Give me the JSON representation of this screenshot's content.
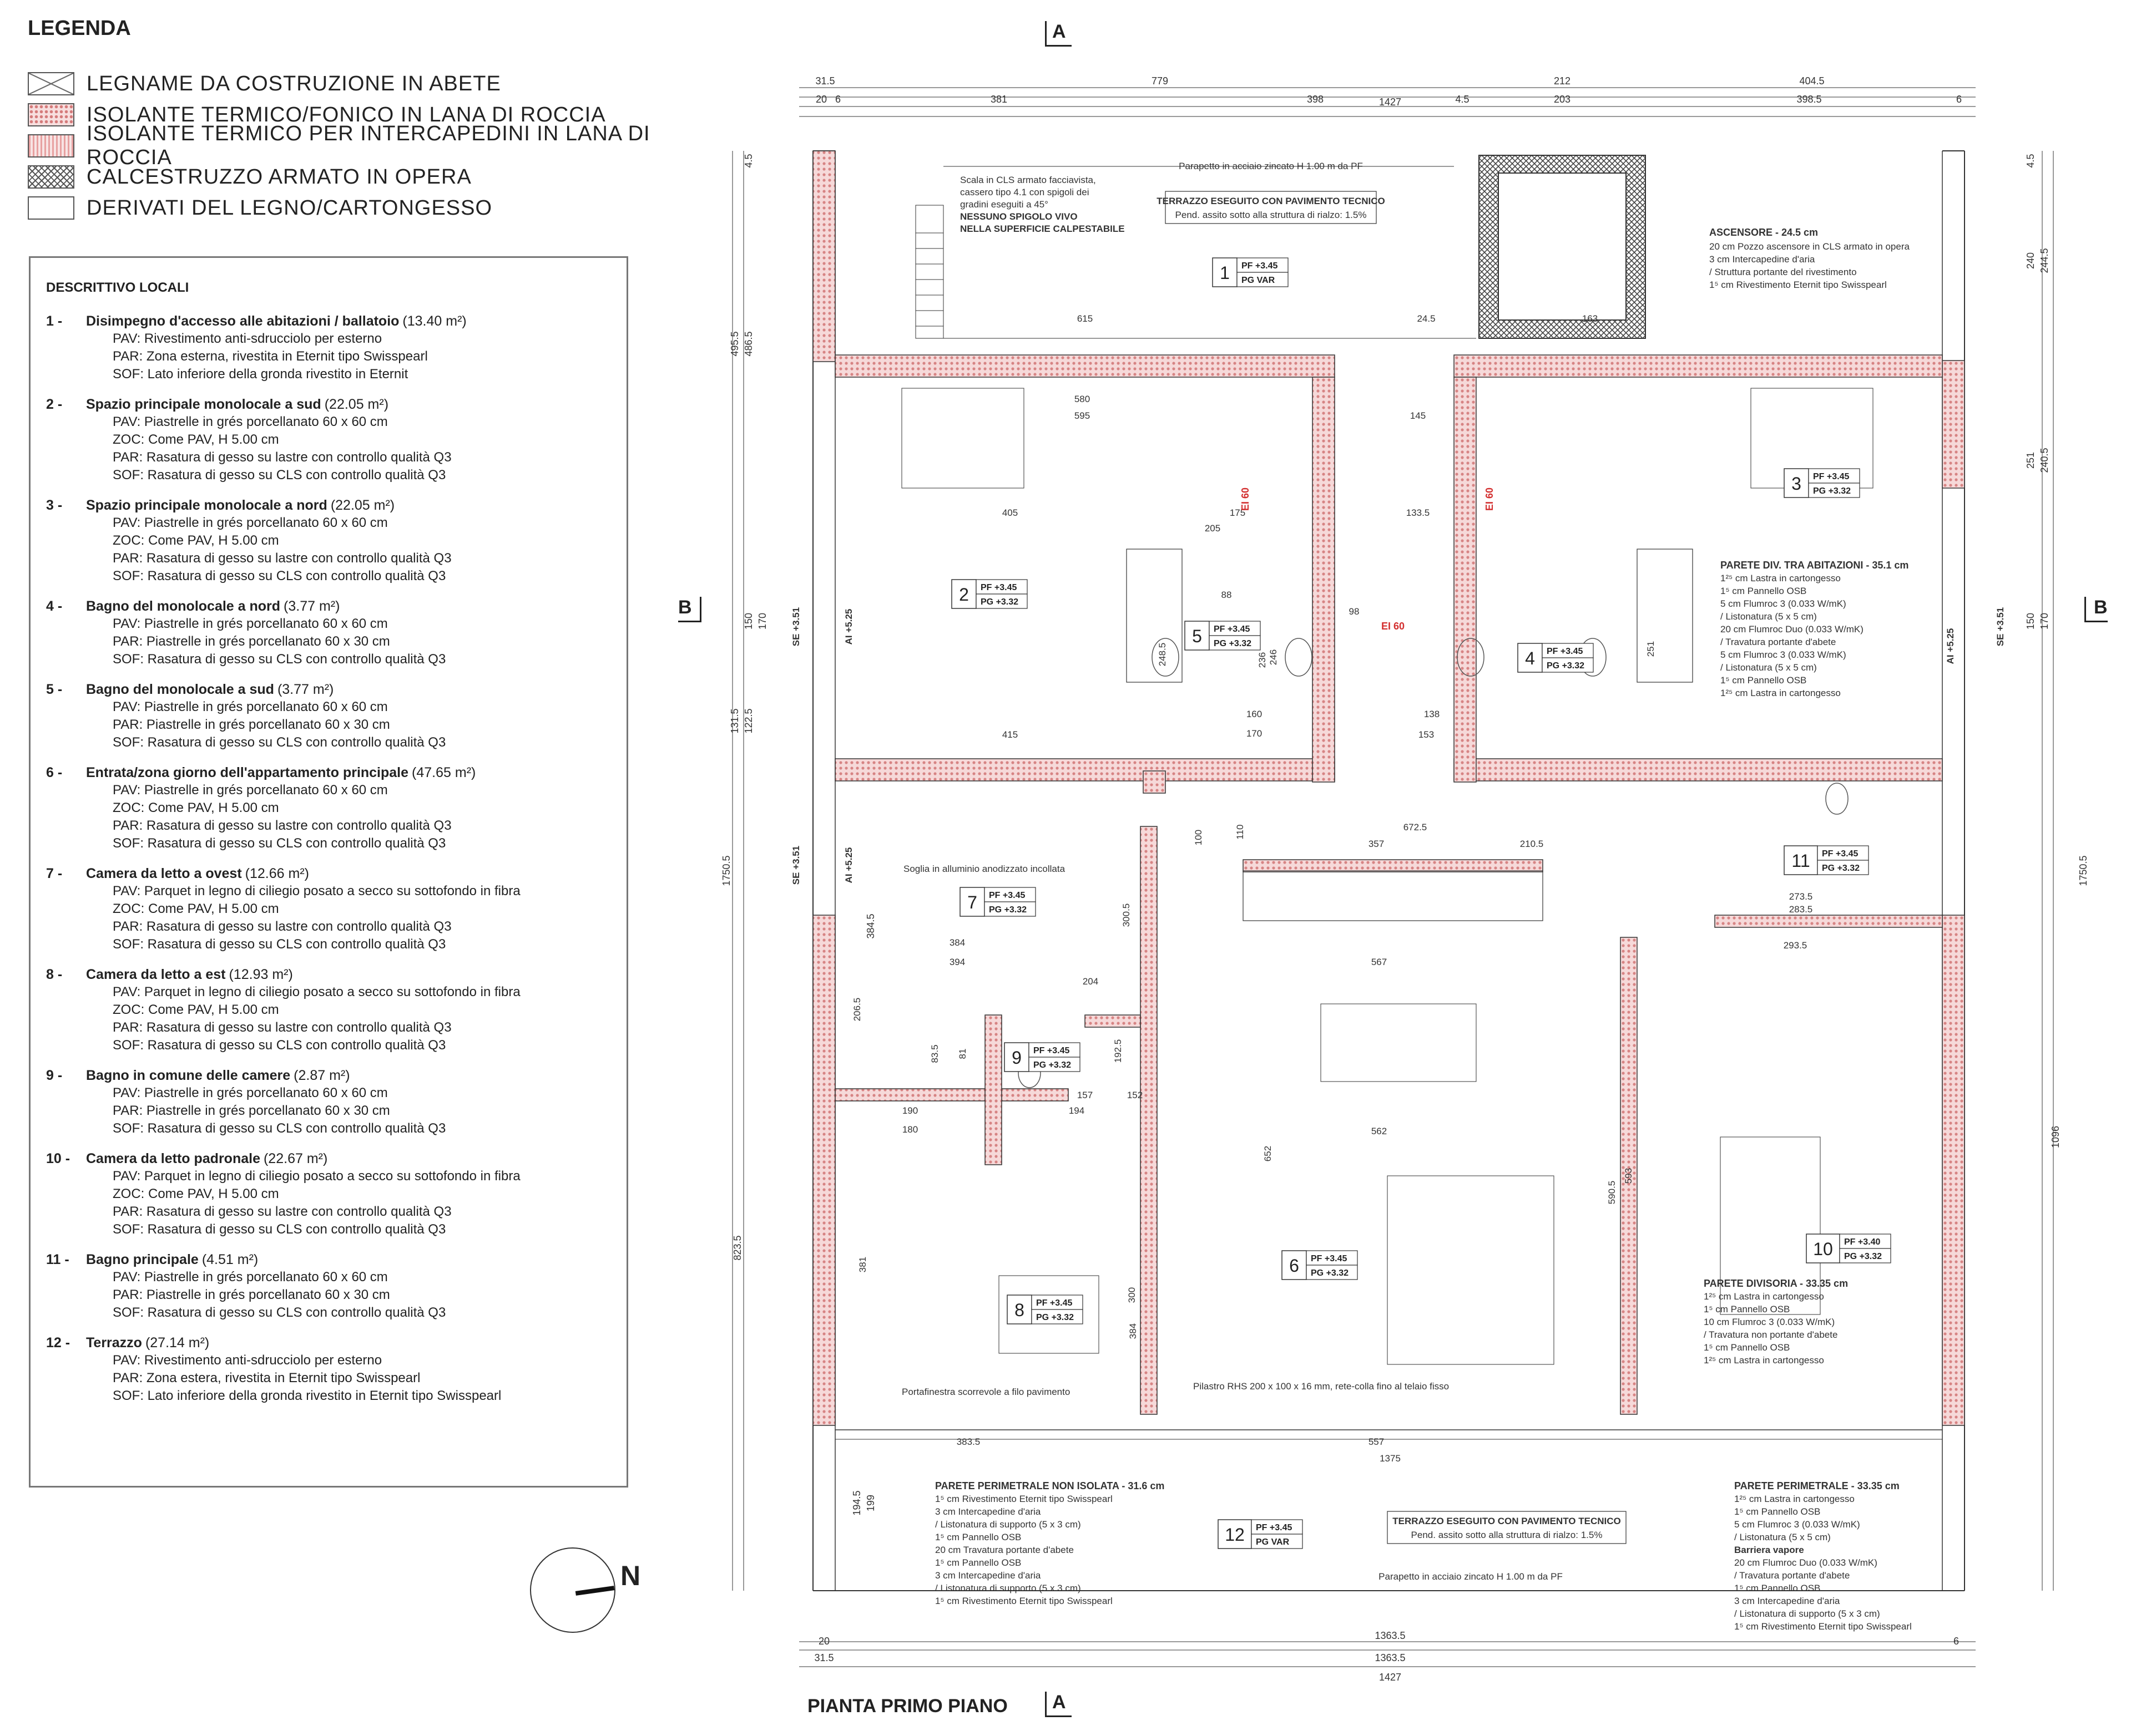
{
  "legend": {
    "title": "LEGENDA",
    "items": [
      {
        "key": "wood",
        "label": "LEGNAME DA COSTRUZIONE IN ABETE"
      },
      {
        "key": "rock",
        "label": "ISOLANTE TERMICO/FONICO IN LANA DI ROCCIA"
      },
      {
        "key": "rock2",
        "label": "ISOLANTE TERMICO PER INTERCAPEDINI IN LANA DI ROCCIA"
      },
      {
        "key": "conc",
        "label": "CALCESTRUZZO ARMATO IN OPERA"
      },
      {
        "key": "deriv",
        "label": "DERIVATI DEL LEGNO/CARTONGESSO"
      }
    ]
  },
  "rooms_panel": {
    "title": "DESCRITTIVO LOCALI",
    "rooms": [
      {
        "num": "1",
        "sep": "-",
        "name": "Disimpegno d'accesso alle abitazioni / ballatoio",
        "area": "(13.40 m²)",
        "lines": [
          "PAV: Rivestimento anti-sdrucciolo per esterno",
          "PAR: Zona esterna, rivestita in Eternit tipo Swisspearl",
          "SOF: Lato inferiore della gronda rivestito in Eternit"
        ]
      },
      {
        "num": "2",
        "sep": "-",
        "name": "Spazio principale monolocale a sud",
        "area": "(22.05 m²)",
        "lines": [
          "PAV: Piastrelle in grés porcellanato 60 x 60 cm",
          "ZOC: Come PAV, H 5.00 cm",
          "PAR: Rasatura di gesso su lastre con controllo qualità Q3",
          "SOF: Rasatura di gesso su CLS con controllo qualità Q3"
        ]
      },
      {
        "num": "3",
        "sep": "-",
        "name": "Spazio principale monolocale a nord",
        "area": "(22.05 m²)",
        "lines": [
          "PAV: Piastrelle in grés porcellanato 60 x 60 cm",
          "ZOC: Come PAV, H 5.00 cm",
          "PAR: Rasatura di gesso su lastre con controllo qualità Q3",
          "SOF: Rasatura di gesso su CLS con controllo qualità Q3"
        ]
      },
      {
        "num": "4",
        "sep": "-",
        "name": "Bagno del monolocale a nord",
        "area": "(3.77 m²)",
        "lines": [
          "PAV: Piastrelle in grés porcellanato 60 x 60 cm",
          "PAR: Piastrelle in grés porcellanato 60 x 30 cm",
          "SOF: Rasatura di gesso su CLS con controllo qualità Q3"
        ]
      },
      {
        "num": "5",
        "sep": "-",
        "name": "Bagno del monolocale a sud",
        "area": "(3.77 m²)",
        "lines": [
          "PAV: Piastrelle in grés porcellanato 60 x 60 cm",
          "PAR: Piastrelle in grés porcellanato 60 x 30 cm",
          "SOF: Rasatura di gesso su CLS con controllo qualità Q3"
        ]
      },
      {
        "num": "6",
        "sep": "-",
        "name": "Entrata/zona giorno dell'appartamento principale",
        "area": "(47.65 m²)",
        "lines": [
          "PAV: Piastrelle in grés porcellanato 60 x 60 cm",
          "ZOC: Come PAV, H 5.00 cm",
          "PAR: Rasatura di gesso su lastre con controllo qualità Q3",
          "SOF: Rasatura di gesso su CLS con controllo qualità Q3"
        ]
      },
      {
        "num": "7",
        "sep": "-",
        "name": "Camera da letto a ovest",
        "area": "(12.66 m²)",
        "lines": [
          "PAV: Parquet in legno di ciliegio posato a secco su sottofondo in fibra",
          "ZOC: Come PAV, H 5.00 cm",
          "PAR: Rasatura di gesso su lastre con controllo qualità Q3",
          "SOF: Rasatura di gesso su CLS con controllo qualità Q3"
        ]
      },
      {
        "num": "8",
        "sep": "-",
        "name": "Camera da letto a est",
        "area": "(12.93 m²)",
        "lines": [
          "PAV: Parquet in legno di ciliegio posato a secco su sottofondo in fibra",
          "ZOC: Come PAV, H 5.00 cm",
          "PAR: Rasatura di gesso su lastre con controllo qualità Q3",
          "SOF: Rasatura di gesso su CLS con controllo qualità Q3"
        ]
      },
      {
        "num": "9",
        "sep": "-",
        "name": "Bagno in comune delle camere",
        "area": "(2.87 m²)",
        "lines": [
          "PAV: Piastrelle in grés porcellanato 60 x 60 cm",
          "PAR: Piastrelle in grés porcellanato 60 x 30 cm",
          "SOF: Rasatura di gesso su CLS con controllo qualità Q3"
        ]
      },
      {
        "num": "10",
        "sep": "-",
        "name": "Camera da letto padronale",
        "area": "(22.67 m²)",
        "lines": [
          "PAV: Parquet in legno di ciliegio posato a secco su sottofondo in fibra",
          "ZOC: Come PAV, H 5.00 cm",
          "PAR: Rasatura di gesso su lastre con controllo qualità Q3",
          "SOF: Rasatura di gesso su CLS con controllo qualità Q3"
        ]
      },
      {
        "num": "11",
        "sep": "-",
        "name": "Bagno principale",
        "area": "(4.51 m²)",
        "lines": [
          "PAV: Piastrelle in grés porcellanato 60 x 60 cm",
          "PAR: Piastrelle in grés porcellanato 60 x 30 cm",
          "SOF: Rasatura di gesso su CLS con controllo qualità Q3"
        ]
      },
      {
        "num": "12",
        "sep": "-",
        "name": "Terrazzo",
        "area": "(27.14 m²)",
        "lines": [
          "PAV: Rivestimento anti-sdrucciolo per esterno",
          "PAR: Zona estera, rivestita in Eternit tipo Swisspearl",
          "SOF: Lato inferiore della gronda rivestito in Eternit tipo Swisspearl"
        ]
      }
    ]
  },
  "plan": {
    "title": "PIANTA PRIMO PIANO",
    "section_A": "A",
    "section_B": "B",
    "compass": "N",
    "dims_top": [
      "1427",
      "779",
      "212",
      "404.5",
      "31.5",
      "381",
      "398",
      "4.5",
      "203",
      "398.5",
      "6",
      "20",
      "6"
    ],
    "dims_bottom": [
      "1363.5",
      "1363.5",
      "1427",
      "31.5",
      "20",
      "6"
    ],
    "dims_right": [
      "1750.5",
      "1096",
      "240",
      "244.5",
      "240.5",
      "251",
      "150",
      "170",
      "4.5"
    ],
    "dims_left": [
      "1750.5",
      "823.5",
      "495.5",
      "486.5",
      "131.5",
      "122.5",
      "150",
      "170",
      "4.5",
      "194.5",
      "199",
      "384.5"
    ],
    "inner_dims": [
      "580",
      "595",
      "405",
      "415",
      "384",
      "394",
      "567",
      "562",
      "557",
      "1375",
      "383.5",
      "672.5",
      "357",
      "210.5",
      "293.5",
      "283.5",
      "273.5",
      "175",
      "160",
      "170",
      "138",
      "153",
      "205",
      "88",
      "98",
      "133.5",
      "145",
      "615",
      "163",
      "24.5",
      "204",
      "190",
      "180",
      "194",
      "652",
      "590.5",
      "593",
      "300.5",
      "192.5",
      "300",
      "384",
      "381",
      "206.5",
      "83.5",
      "81",
      "157",
      "152",
      "100",
      "110",
      "236",
      "251",
      "246",
      "248.5"
    ],
    "room_tags": [
      {
        "num": "1",
        "pf": "PF +3.45",
        "pg": "PG VAR"
      },
      {
        "num": "2",
        "pf": "PF +3.45",
        "pg": "PG +3.32"
      },
      {
        "num": "3",
        "pf": "PF +3.45",
        "pg": "PG +3.32"
      },
      {
        "num": "4",
        "pf": "PF +3.45",
        "pg": "PG +3.32"
      },
      {
        "num": "5",
        "pf": "PF +3.45",
        "pg": "PG +3.32"
      },
      {
        "num": "6",
        "pf": "PF +3.45",
        "pg": "PG +3.32"
      },
      {
        "num": "7",
        "pf": "PF +3.45",
        "pg": "PG +3.32"
      },
      {
        "num": "8",
        "pf": "PF +3.45",
        "pg": "PG +3.32"
      },
      {
        "num": "9",
        "pf": "PF +3.45",
        "pg": "PG +3.32"
      },
      {
        "num": "10",
        "pf": "PF +3.40",
        "pg": "PG +3.32"
      },
      {
        "num": "11",
        "pf": "PF +3.45",
        "pg": "PG +3.32"
      },
      {
        "num": "12",
        "pf": "PF +3.45",
        "pg": "PG VAR"
      }
    ],
    "notes": {
      "stair": [
        "Scala in CLS armato facciavista,",
        "cassero tipo 4.1 con spigoli dei",
        "gradini eseguiti a 45°"
      ],
      "stair_bold": [
        "NESSUNO SPIGOLO VIVO",
        "NELLA SUPERFICIE CALPESTABILE"
      ],
      "parapet_top": "Parapetto in acciaio zincato H 1.00 m da PF",
      "terrace_top_bold": "TERRAZZO ESEGUITO CON PAVIMENTO TECNICO",
      "terrace_top": "Pend. assito sotto alla struttura di rialzo: 1.5%",
      "lift_title": "ASCENSORE - 24.5 cm",
      "lift_lines": [
        "20 cm  Pozzo ascensore in CLS armato in opera",
        "3 cm   Intercapedine d'aria",
        "         / Struttura portante del rivestimento",
        "1⁵ cm   Rivestimento Eternit tipo Swisspearl"
      ],
      "wall_div_title": "PARETE DIV. TRA ABITAZIONI - 35.1 cm",
      "wall_div_lines": [
        "1²⁵ cm  Lastra in cartongesso",
        "1⁵ cm   Pannello OSB",
        "5 cm    Flumroc 3 (0.033 W/mK)",
        "         / Listonatura (5 x 5 cm)",
        "20 cm  Flumroc Duo (0.033 W/mK)",
        "         / Travatura portante d'abete",
        "5 cm    Flumroc 3 (0.033 W/mK)",
        "         / Listonatura (5 x 5 cm)",
        "1⁵ cm   Pannello OSB",
        "1²⁵ cm  Lastra in cartongesso"
      ],
      "wall_part_title": "PARETE DIVISORIA - 33.35 cm",
      "wall_part_lines": [
        "1²⁵ cm  Lastra in cartongesso",
        "1⁵ cm   Pannello OSB",
        "10 cm  Flumroc 3 (0.033 W/mK)",
        "         / Travatura non portante d'abete",
        "1⁵ cm   Pannello OSB",
        "1²⁵ cm  Lastra in cartongesso"
      ],
      "wall_ext_ni_title": "PARETE PERIMETRALE NON ISOLATA - 31.6 cm",
      "wall_ext_ni_lines": [
        "1⁵ cm   Rivestimento Eternit tipo Swisspearl",
        "3 cm    Intercapedine d'aria",
        "         / Listonatura di supporto (5 x 3 cm)",
        "1⁵ cm   Pannello OSB",
        "20 cm  Travatura portante d'abete",
        "1⁵ cm   Pannello OSB",
        "3 cm    Intercapedine d'aria",
        "         / Listonatura di supporto (5 x 3 cm)",
        "1⁵ cm   Rivestimento Eternit tipo Swisspearl"
      ],
      "wall_ext_title": "PARETE PERIMETRALE - 33.35 cm",
      "wall_ext_lines": [
        "1²⁵ cm  Lastra in cartongesso",
        "1⁵ cm   Pannello OSB",
        "5 cm    Flumroc 3 (0.033 W/mK)",
        "         / Listonatura (5 x 5 cm)",
        "Barriera vapore",
        "20 cm  Flumroc Duo (0.033 W/mK)",
        "         / Travatura portante d'abete",
        "1⁵ cm   Pannello OSB",
        "3 cm    Intercapedine d'aria",
        "         / Listonatura di supporto (5 x 3 cm)",
        "1⁵ cm   Rivestimento Eternit tipo Swisspearl"
      ],
      "terrace_bot_bold": "TERRAZZO ESEGUITO CON PAVIMENTO TECNICO",
      "terrace_bot": "Pend. assito sotto alla struttura di rialzo: 1.5%",
      "parapet_bot": "Parapetto in acciaio zincato H 1.00 m da PF",
      "threshold": "Soglia in alluminio anodizzato incollata",
      "sliding": "Portafinestra scorrevole a filo pavimento",
      "pillar": "Pilastro RHS 200 x 100 x 16 mm, rete-colla fino al telaio fisso",
      "ei60": "EI 60",
      "se": "SE +3.51",
      "ai": "AI +5.25"
    }
  },
  "colors": {
    "insulation": "#f3cfcf",
    "insulation_dots": "#d27d7d",
    "line": "#333333",
    "fire": "#d32f2f"
  }
}
